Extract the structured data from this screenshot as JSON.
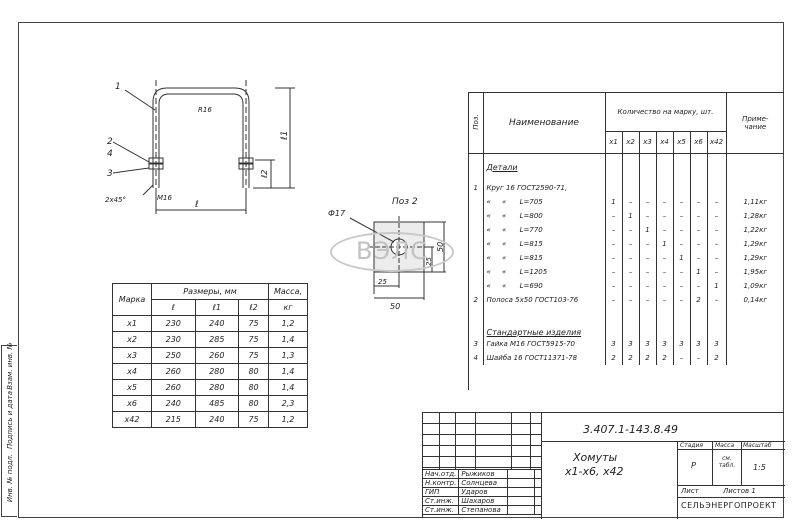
{
  "side_stamps": [
    "Инв. № подл.",
    "Подпись и дата",
    "Взам. инв. №"
  ],
  "drawing": {
    "callouts": [
      "1",
      "2",
      "4",
      "3"
    ],
    "bend_radius": "R16",
    "chamfer": "2x45°",
    "thread": "M16",
    "dim_l": "ℓ",
    "dim_l1": "ℓ1",
    "dim_l2": "ℓ2"
  },
  "plate": {
    "title": "Поз 2",
    "hole": "Ф17",
    "dim_25_v": "25",
    "dim_50_v": "50",
    "dim_25_h": "25",
    "dim_50_h": "50"
  },
  "watermark": "ВЭЛС",
  "dims_table": {
    "headers": {
      "marka": "Марка",
      "sizes": "Размеры, мм",
      "massa": "Масса,",
      "l": "ℓ",
      "l1": "ℓ1",
      "l2": "ℓ2",
      "kg": "кг"
    },
    "rows": [
      {
        "mark": "x1",
        "l": "230",
        "l1": "240",
        "l2": "75",
        "m": "1,2"
      },
      {
        "mark": "x2",
        "l": "230",
        "l1": "285",
        "l2": "75",
        "m": "1,4"
      },
      {
        "mark": "x3",
        "l": "250",
        "l1": "260",
        "l2": "75",
        "m": "1,3"
      },
      {
        "mark": "x4",
        "l": "260",
        "l1": "280",
        "l2": "80",
        "m": "1,4"
      },
      {
        "mark": "x5",
        "l": "260",
        "l1": "280",
        "l2": "80",
        "m": "1,4"
      },
      {
        "mark": "x6",
        "l": "240",
        "l1": "485",
        "l2": "80",
        "m": "2,3"
      },
      {
        "mark": "x42",
        "l": "215",
        "l1": "240",
        "l2": "75",
        "m": "1,2"
      }
    ]
  },
  "spec": {
    "headers": {
      "poz": "Поз.",
      "name": "Наименование",
      "qty": "Количество на марку, шт.",
      "cols": [
        "x1",
        "x2",
        "x3",
        "x4",
        "x5",
        "x6",
        "x42"
      ],
      "note": "Приме-чание"
    },
    "section_details": "Детали",
    "section_standard": "Стандартные изделия",
    "rows": [
      {
        "poz": "1",
        "name": "Круг 16 ГОСТ2590-71,",
        "q": [
          "",
          "",
          "",
          "",
          "",
          "",
          ""
        ],
        "note": ""
      },
      {
        "poz": "",
        "name": "«     «      L=705",
        "q": [
          "1",
          "–",
          "–",
          "–",
          "–",
          "–",
          "–"
        ],
        "note": "1,11кг"
      },
      {
        "poz": "",
        "name": "«     «      L=800",
        "q": [
          "–",
          "1",
          "–",
          "–",
          "–",
          "–",
          "–"
        ],
        "note": "1,28кг"
      },
      {
        "poz": "",
        "name": "«     «      L=770",
        "q": [
          "–",
          "–",
          "1",
          "–",
          "–",
          "–",
          "–"
        ],
        "note": "1,22кг"
      },
      {
        "poz": "",
        "name": "«     «      L=815",
        "q": [
          "–",
          "–",
          "–",
          "1",
          "–",
          "–",
          "–"
        ],
        "note": "1,29кг"
      },
      {
        "poz": "",
        "name": "«     «      L=815",
        "q": [
          "–",
          "–",
          "–",
          "–",
          "1",
          "–",
          "–"
        ],
        "note": "1,29кг"
      },
      {
        "poz": "",
        "name": "«     «      L=1205",
        "q": [
          "–",
          "–",
          "–",
          "–",
          "–",
          "1",
          "–"
        ],
        "note": "1,95кг"
      },
      {
        "poz": "",
        "name": "«     «      L=690",
        "q": [
          "–",
          "–",
          "–",
          "–",
          "–",
          "–",
          "1"
        ],
        "note": "1,09кг"
      },
      {
        "poz": "2",
        "name": "Полоса 5x50 ГОСТ103-76",
        "q": [
          "–",
          "–",
          "–",
          "–",
          "–",
          "2",
          "–"
        ],
        "note": "0,14кг"
      },
      {
        "poz": "3",
        "name": "Гайка М16 ГОСТ5915-70",
        "q": [
          "3",
          "3",
          "3",
          "3",
          "3",
          "3",
          "3"
        ],
        "note": ""
      },
      {
        "poz": "4",
        "name": "Шайба 16 ГОСТ11371-78",
        "q": [
          "2",
          "2",
          "2",
          "2",
          "–",
          "–",
          "2"
        ],
        "note": ""
      }
    ]
  },
  "title_block": {
    "code": "3.407.1-143.8.49",
    "name": "Хомуты",
    "name2": "x1-x6, x42",
    "stage_h": "Стадия",
    "mass_h": "Масса",
    "scale_h": "Масштаб",
    "stage": "Р",
    "mass": "см. табл.",
    "scale": "1:5",
    "sheet": "Лист",
    "sheets": "Листов 1",
    "org": "СЕЛЬЭНЕРГОПРОЕКТ",
    "roles": [
      {
        "role": "Нач.отд.",
        "name": "Рыжиков"
      },
      {
        "role": "Н.контр.",
        "name": "Солнцева"
      },
      {
        "role": "ГИП",
        "name": "Ударов"
      },
      {
        "role": "Ст.инж.",
        "name": "Шахаров"
      },
      {
        "role": "Ст.инж.",
        "name": "Степанова"
      }
    ]
  }
}
